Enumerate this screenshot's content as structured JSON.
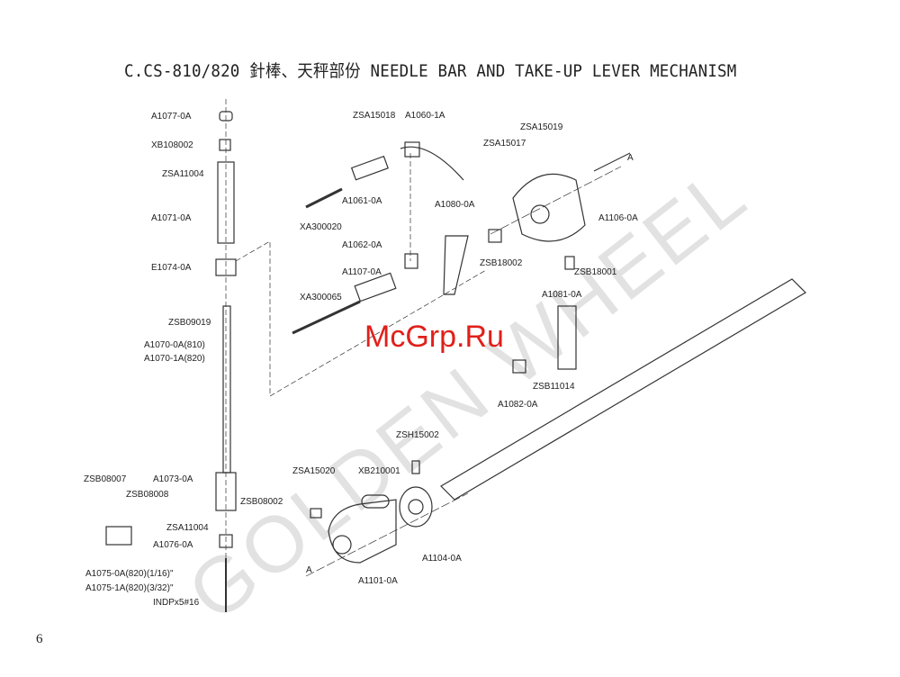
{
  "title": "C.CS-810/820 針棒、天秤部份 NEEDLE BAR AND TAKE-UP LEVER MECHANISM",
  "page_number": "6",
  "watermark": "GOLDEN WHEEL",
  "site_watermark": "McGrp.Ru",
  "labels": {
    "a1077": "A1077-0A",
    "xb108002": "XB108002",
    "zsa11004_top": "ZSA11004",
    "a1071": "A1071-0A",
    "e1074": "E1074-0A",
    "zsb09019": "ZSB09019",
    "a1070_810": "A1070-0A(810)",
    "a1070_820": "A1070-1A(820)",
    "a1073": "A1073-0A",
    "zsb08007": "ZSB08007",
    "zsb08008": "ZSB08008",
    "zsa11004_bottom": "ZSA11004",
    "zsb08002": "ZSB08002",
    "a1076": "A1076-0A",
    "a1075_0a": "A1075-0A(820)(1/16)\"",
    "a1075_1a": "A1075-1A(820)(3/32)\"",
    "indp": "INDPx5#16",
    "zsa15018": "ZSA15018",
    "a1060": "A1060-1A",
    "zsa15019": "ZSA15019",
    "zsa15017": "ZSA15017",
    "arrow_a_top": "A",
    "a1061": "A1061-0A",
    "xa300020": "XA300020",
    "a1080": "A1080-0A",
    "a1106": "A1106-0A",
    "a1062": "A1062-0A",
    "zsb18002": "ZSB18002",
    "a1107": "A1107-0A",
    "zsb18001": "ZSB18001",
    "xa300065": "XA300065",
    "a1081": "A1081-0A",
    "zsb11014": "ZSB11014",
    "a1082": "A1082-0A",
    "zsh15002": "ZSH15002",
    "zsa15020": "ZSA15020",
    "xb210001": "XB210001",
    "a1104": "A1104-0A",
    "arrow_a_bottom": "A",
    "a1101": "A1101-0A"
  }
}
